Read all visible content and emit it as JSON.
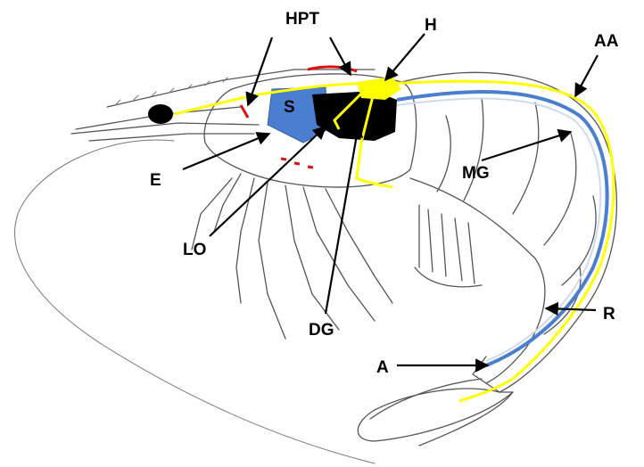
{
  "labels": {
    "hpt": "HPT",
    "h": "H",
    "aa": "AA",
    "s": "S",
    "e": "E",
    "mg": "MG",
    "lo": "LO",
    "dg": "DG",
    "r": "R",
    "a": "A"
  },
  "colors": {
    "nerve": "#ffff00",
    "gut": "#4a7fd0",
    "stomach": "#4a7fd0",
    "digestive_gland": "#000000",
    "red_marks": "#e01010",
    "outline": "#555555"
  }
}
